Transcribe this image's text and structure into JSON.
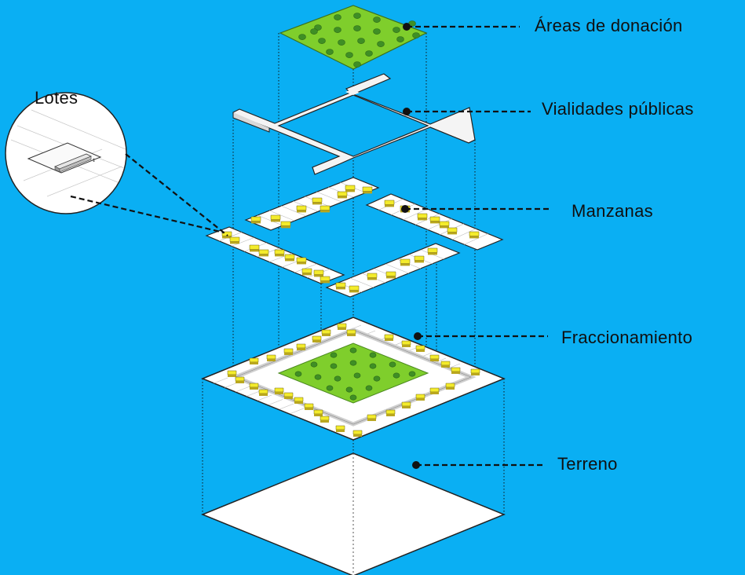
{
  "labels": {
    "donation": "Áreas de donación",
    "roads": "Vialidades públicas",
    "blocks": "Manzanas",
    "subdivision": "Fraccionamiento",
    "land": "Terreno",
    "lots": "Lotes"
  },
  "colors": {
    "background": "#0aaff3",
    "green_area": "#7fce2c",
    "tree": "#3f8f25",
    "house": "#f4ec2c",
    "house_dark": "#b9a61c",
    "ground": "#ffffff"
  }
}
